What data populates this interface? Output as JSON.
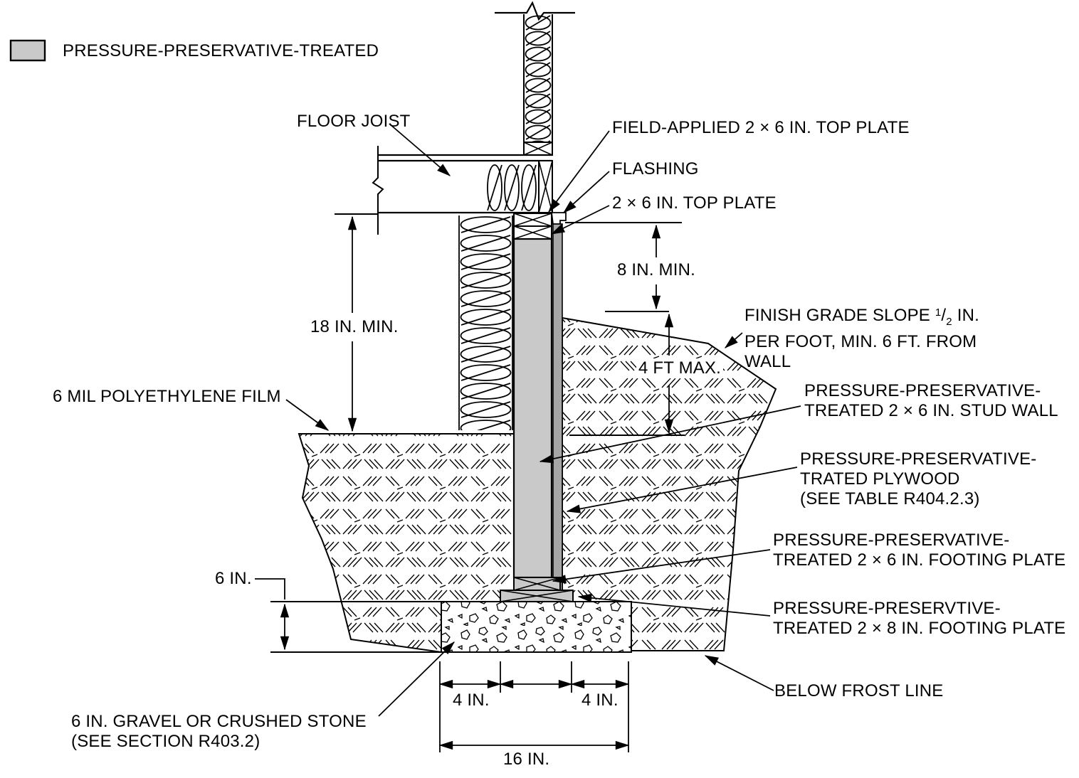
{
  "legend": {
    "swatch_color": "#c9c9c9",
    "label": "PRESSURE-PRESERVATIVE-TREATED"
  },
  "colors": {
    "treated_fill": "#c9c9c9",
    "plywood_fill": "#a6a6a6",
    "line": "#000000"
  },
  "labels": {
    "floor_joist": "FLOOR JOIST",
    "field_applied_top_plate": "FIELD-APPLIED 2 × 6 IN. TOP PLATE",
    "flashing": "FLASHING",
    "top_plate": "2 × 6 IN. TOP PLATE",
    "finish_grade": {
      "line1_pre": "FINISH GRADE SLOPE ",
      "frac_num": "1",
      "frac_slash": "/",
      "frac_den": "2",
      "line1_post": " IN.",
      "line2": "PER FOOT, MIN. 6 FT. FROM",
      "line3": "WALL"
    },
    "stud_wall": {
      "line1": "PRESSURE-PRESERVATIVE-",
      "line2": "TREATED 2 × 6 IN. STUD WALL"
    },
    "plywood": {
      "line1": "PRESSURE-PRESERVATIVE-",
      "line2": "TRATED PLYWOOD",
      "line3": "(SEE TABLE R404.2.3)"
    },
    "footing_plate_2x6": {
      "line1": "PRESSURE-PRESERVATIVE-",
      "line2": "TREATED 2 × 6 IN. FOOTING PLATE"
    },
    "footing_plate_2x8": {
      "line1": "PRESSURE-PRESERVTIVE-",
      "line2": "TREATED 2 × 8 IN. FOOTING PLATE"
    },
    "below_frost_line": "BELOW FROST LINE",
    "poly_film": "6 MIL POLYETHYLENE FILM",
    "gravel": {
      "line1": "6 IN. GRAVEL OR CRUSHED STONE",
      "line2": "(SEE SECTION R403.2)"
    }
  },
  "dimensions": {
    "d18": "18 IN. MIN.",
    "d8": "8 IN. MIN.",
    "d4ft": "4 FT MAX.",
    "d6": "6 IN.",
    "d4_left": "4 IN.",
    "d4_right": "4 IN.",
    "d16": "16 IN."
  }
}
